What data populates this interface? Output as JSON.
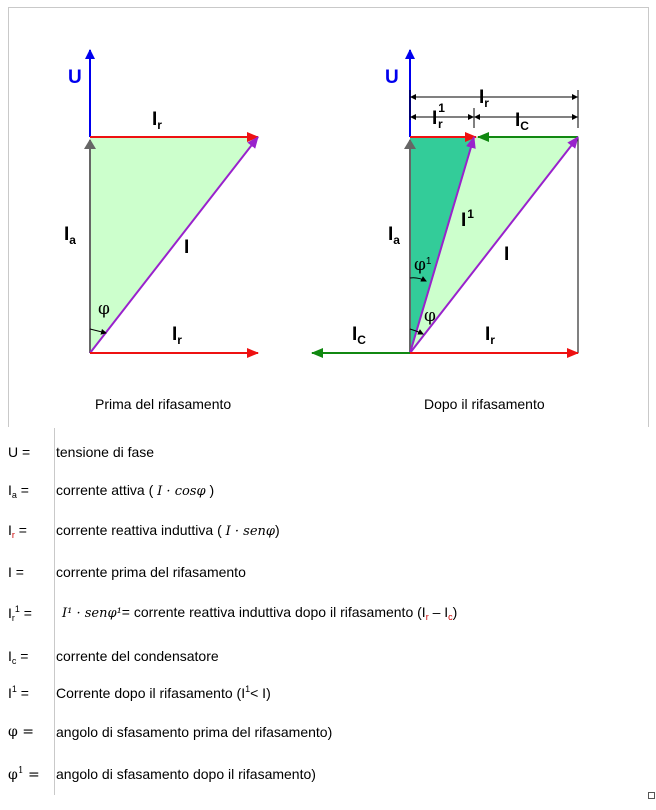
{
  "diagram": {
    "left": {
      "caption": "Prima del  rifasamento",
      "labels": {
        "U": "U",
        "Ir_top": "I",
        "Ir_top_sub": "r",
        "Ia": "I",
        "Ia_sub": "a",
        "I": "I",
        "phi": "φ",
        "Ir_bottom": "I",
        "Ir_bottom_sub": "r"
      }
    },
    "right": {
      "caption": "Dopo il rifasamento",
      "labels": {
        "U": "U",
        "Ir_total": "I",
        "Ir_total_sub": "r",
        "Ir1": "I",
        "Ir1_sub": "r",
        "Ir1_sup": "1",
        "Ic_top": "I",
        "Ic_top_sub": "C",
        "I1": "I",
        "I1_sup": "1",
        "Ia": "I",
        "Ia_sub": "a",
        "phi1": "φ",
        "phi1_sup": "1",
        "I": "I",
        "phi": "φ",
        "Ic_bottom": "I",
        "Ic_bottom_sub": "C",
        "Ir_bottom": "I",
        "Ir_bottom_sub": "r"
      }
    },
    "colors": {
      "blue": "#0000ee",
      "red": "#ee1111",
      "green": "#118811",
      "purple": "#9922cc",
      "gray": "#666666",
      "light_fill": "#ccffcc",
      "dark_fill": "#33cc99",
      "black": "#000000"
    }
  },
  "legend": [
    {
      "sym": "U =",
      "desc": "tensione di fase"
    },
    {
      "sym_main": "I",
      "sym_sub": "a",
      "sym_after": " =",
      "desc": "corrente attiva ( ",
      "formula": "I · cosφ",
      "desc_after": " )"
    },
    {
      "sym_main": "I",
      "sym_sub": "r",
      "sym_after": " =",
      "desc": "corrente reattiva induttiva ( ",
      "formula": "I · senφ",
      "desc_after": ")"
    },
    {
      "sym": "I =",
      "desc": "corrente prima del  rifasamento"
    },
    {
      "sym_main": "I",
      "sym_sub": "r",
      "sym_sup": "1",
      "sym_after": " =",
      "formula": "I¹ · senφ¹",
      "desc": "= corrente reattiva induttiva dopo il  rifasamento (",
      "diff_a": "I",
      "diff_a_sub": "r",
      "diff_mid": " – ",
      "diff_b": "I",
      "diff_b_sub": "c",
      "desc_after": ")"
    },
    {
      "sym_main": "I",
      "sym_sub": "c",
      "sym_after": " =",
      "desc": "corrente del condensatore"
    },
    {
      "sym_main": "I",
      "sym_sup": "1",
      "sym_after": " =",
      "desc": "Corrente dopo il  rifasamento (I",
      "desc_sup": "1",
      "desc_after": "< I)"
    },
    {
      "sym": "φ  =",
      "desc": "angolo di sfasamento prima del  rifasamento)"
    },
    {
      "sym_main": "φ",
      "sym_sup": "1",
      "sym_after": " =",
      "desc": "angolo di sfasamento dopo il rifasamento)"
    }
  ]
}
